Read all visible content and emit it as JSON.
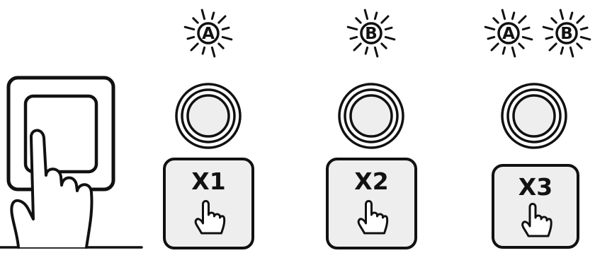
{
  "colors": {
    "stroke": "#111111",
    "fill_light": "#eeeeee",
    "background": "#ffffff"
  },
  "icons": {
    "switch": "wall-switch-with-pointing-hand",
    "lamp": "light-burst",
    "button": "round-push-button",
    "press": "pointing-hand"
  },
  "steps": [
    {
      "lamps": [
        "A"
      ],
      "press_label": "X1"
    },
    {
      "lamps": [
        "B"
      ],
      "press_label": "X2"
    },
    {
      "lamps": [
        "A",
        "B"
      ],
      "press_label": "X3"
    }
  ]
}
